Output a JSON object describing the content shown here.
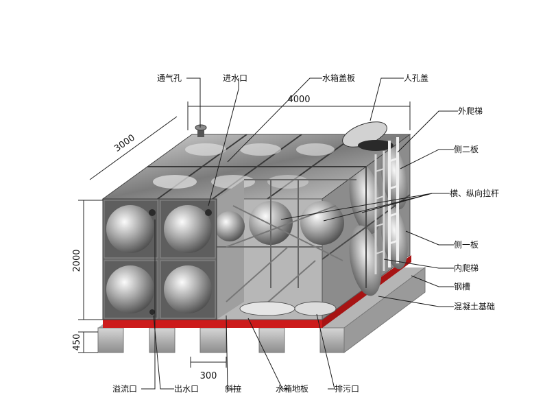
{
  "dimensions": {
    "length": "4000",
    "width": "3000",
    "height": "2000",
    "base_height": "450",
    "spacing": "300"
  },
  "labels": {
    "vent_hole": "通气孔",
    "water_inlet": "进水口",
    "tank_cover_plate": "水箱盖板",
    "manhole_cover": "人孔盖",
    "outer_ladder": "外爬梯",
    "side_plate_2": "侧二板",
    "tie_rods": "横、纵向拉杆",
    "side_plate_1": "侧一板",
    "inner_ladder": "内爬梯",
    "steel_channel": "钢槽",
    "concrete_foundation": "混凝土基础",
    "overflow_outlet": "溢流口",
    "water_outlet": "出水口",
    "diagonal_brace": "斜拉",
    "tank_floor_plate": "水箱地板",
    "drain_outlet": "排污口"
  },
  "colors": {
    "steel_channel": "#cc1b1b",
    "panel_light": "#e2e2e2",
    "panel_dark": "#5a5a5a",
    "concrete": "#bdbdbd",
    "leader": "#1b1b1b"
  }
}
